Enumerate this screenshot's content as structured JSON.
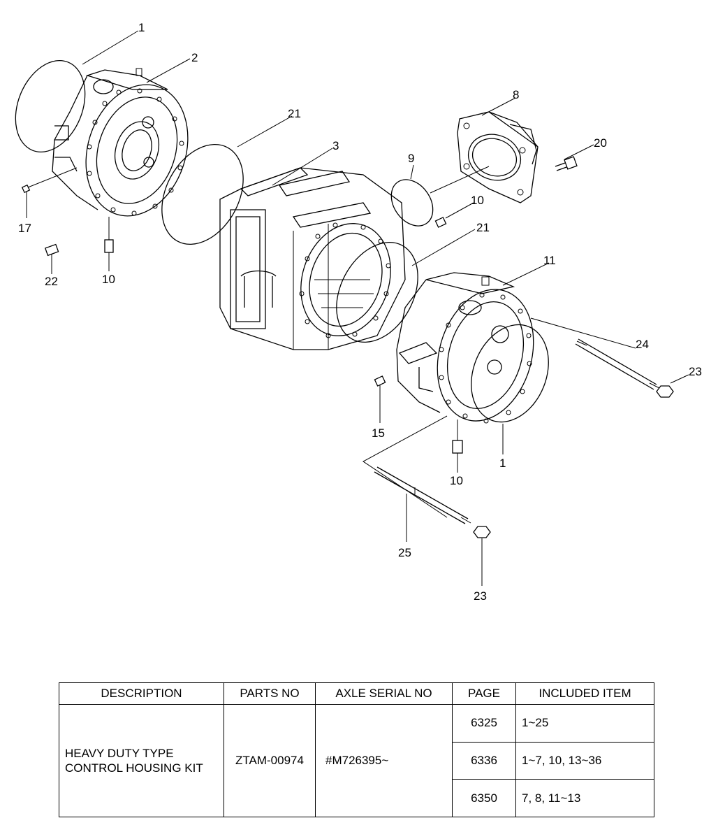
{
  "callouts": {
    "c1a": "1",
    "c2": "2",
    "c21a": "21",
    "c3": "3",
    "c8": "8",
    "c20": "20",
    "c9": "9",
    "c10a": "10",
    "c21b": "21",
    "c17": "17",
    "c22": "22",
    "c10b": "10",
    "c11": "11",
    "c24": "24",
    "c23a": "23",
    "c15": "15",
    "c1b": "1",
    "c10c": "10",
    "c25": "25",
    "c23b": "23"
  },
  "table": {
    "headers": [
      "DESCRIPTION",
      "PARTS NO",
      "AXLE SERIAL NO",
      "PAGE",
      "INCLUDED ITEM"
    ],
    "description_line1": "HEAVY DUTY TYPE",
    "description_line2": "CONTROL HOUSING KIT",
    "parts_no": "ZTAM-00974",
    "axle_serial_no": "#M726395~",
    "rows": [
      {
        "page": "6325",
        "included": "1~25"
      },
      {
        "page": "6336",
        "included": "1~7, 10, 13~36"
      },
      {
        "page": "6350",
        "included": "7, 8, 11~13"
      }
    ]
  }
}
